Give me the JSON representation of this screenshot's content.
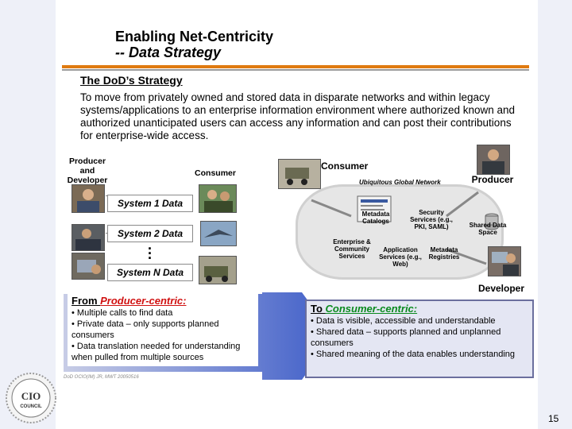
{
  "title": {
    "line1": "Enabling Net-Centricity",
    "line2": "-- Data Strategy"
  },
  "heading": "The DoD’s Strategy",
  "paragraph": "To move from privately owned and stored data in disparate networks and within legacy systems/applications to an enterprise information environment where authorized known and authorized unanticipated users can access any information and can post their contributions for enterprise-wide access.",
  "left_diagram": {
    "producer_label": "Producer and Developer",
    "consumer_label": "Consumer",
    "systems": [
      "System 1 Data",
      "System 2 Data",
      "System N Data"
    ]
  },
  "right_diagram": {
    "consumer_label": "Consumer",
    "producer_label": "Producer",
    "developer_label": "Developer",
    "network_label": "Ubiquitous Global Network",
    "services": {
      "metadata_catalogs": "Metadata Catalogs",
      "security_services": "Security Services (e.g., PKI, SAML)",
      "shared_data_space": "Shared Data Space",
      "enterprise_services": "Enterprise & Community Services",
      "application_services": "Application Services (e.g., Web)",
      "metadata_registries": "Metadata Registries"
    }
  },
  "from_box": {
    "lead": "From ",
    "accent": "Producer-centric:",
    "bullets": [
      "• Multiple calls to find data",
      "• Private data – only supports planned consumers",
      "• Data translation needed for understanding when pulled from multiple sources"
    ]
  },
  "to_box": {
    "lead": "To ",
    "accent": "Consumer-centric:",
    "bullets": [
      "• Data is visible, accessible and understandable",
      "• Shared data – supports planned and unplanned consumers",
      "• Shared meaning of the data enables understanding"
    ]
  },
  "footnote": "DoD OCIO(IM) JR, MWT 20050516",
  "seal_text": {
    "main": "CIO",
    "sub": "COUNCIL"
  },
  "page_number": "15",
  "colors": {
    "orange_rule": "#e07a10",
    "producer_red": "#d01010",
    "consumer_green": "#0a8a1e",
    "to_box_fill": "#e4e6f3"
  }
}
